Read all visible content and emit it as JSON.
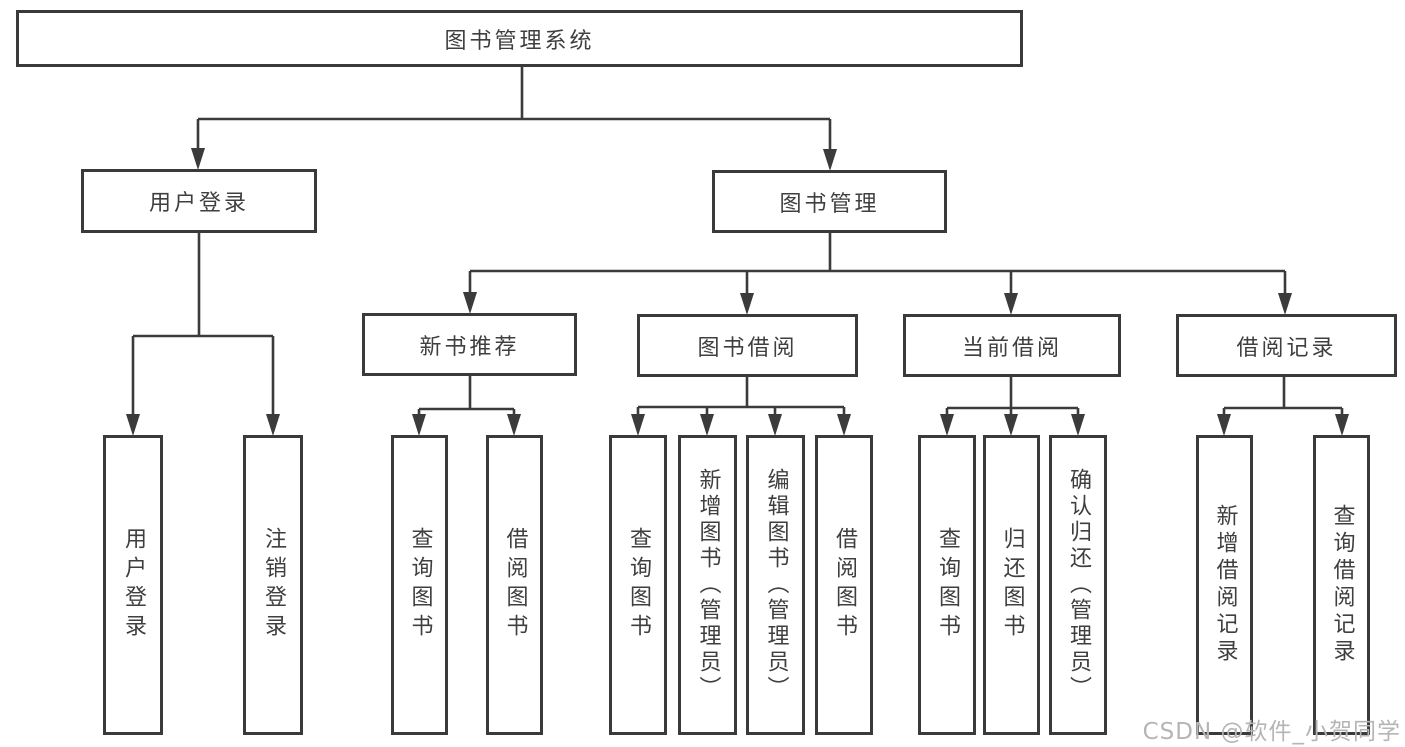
{
  "diagram": {
    "title": "图书管理系统",
    "root": {
      "label": "图书管理系统"
    },
    "level1": {
      "user_login": {
        "label": "用户登录"
      },
      "book_mgmt": {
        "label": "图书管理"
      }
    },
    "level2": {
      "new_book_rec": {
        "label": "新书推荐"
      },
      "book_borrow": {
        "label": "图书借阅"
      },
      "current_borrow": {
        "label": "当前借阅"
      },
      "borrow_records": {
        "label": "借阅记录"
      }
    },
    "leaves": {
      "user_login": [
        "用户登录",
        "注销登录"
      ],
      "new_book_rec": [
        "查询图书",
        "借阅图书"
      ],
      "book_borrow": [
        "查询图书",
        "新增图书（管理员）",
        "编辑图书（管理员）",
        "借阅图书"
      ],
      "current_borrow": [
        "查询图书",
        "归还图书",
        "确认归还（管理员）"
      ],
      "borrow_records": [
        "新增借阅记录",
        "查询借阅记录"
      ]
    },
    "watermark": "CSDN @软件_小贺同学",
    "colors": {
      "line": "#3b3b3b",
      "border": "#3a3a3a",
      "text": "#3f3f3f",
      "watermark": "#b5b5b5",
      "background": "#ffffff"
    }
  }
}
